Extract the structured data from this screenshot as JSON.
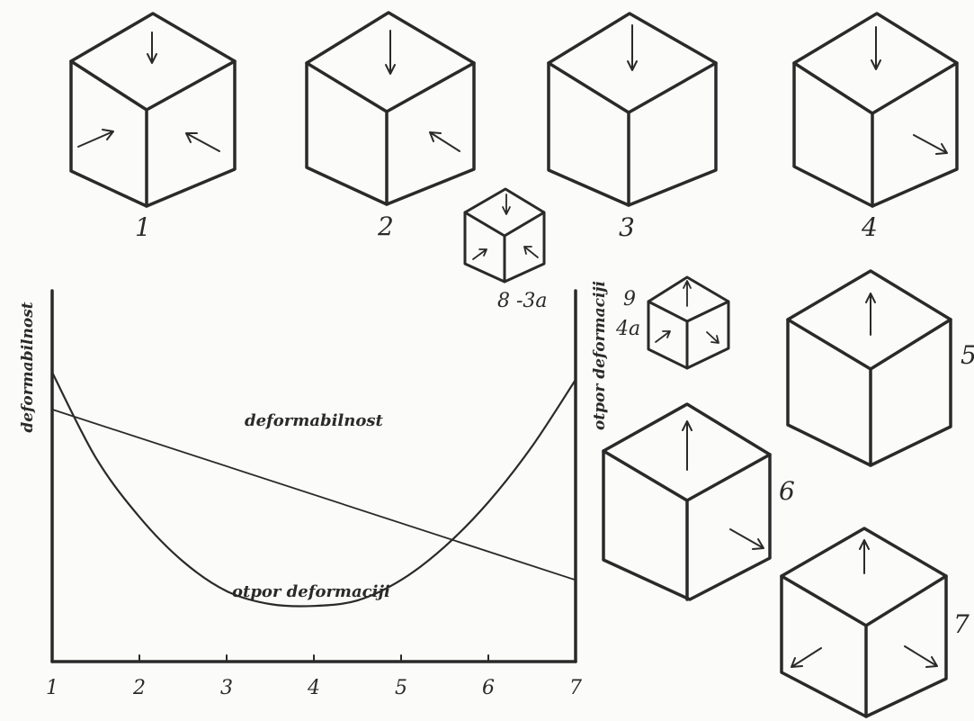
{
  "cubes": [
    {
      "id": "1",
      "label": "1"
    },
    {
      "id": "2",
      "label": "2"
    },
    {
      "id": "3",
      "label": "3"
    },
    {
      "id": "4",
      "label": "4"
    },
    {
      "id": "8-3a",
      "label": "8 -3a"
    },
    {
      "id": "9-4a",
      "label_top": "9",
      "label_bottom": "4a"
    },
    {
      "id": "5",
      "label": "5"
    },
    {
      "id": "6",
      "label": "6"
    },
    {
      "id": "7",
      "label": "7"
    }
  ],
  "chart_data": {
    "type": "line",
    "x_ticks": [
      "1",
      "2",
      "3",
      "4",
      "5",
      "6",
      "7"
    ],
    "left_axis_label": "deformabilnost",
    "right_axis_label": "otpor deformaciji",
    "series": [
      {
        "name": "deformabilnost",
        "shape": "linear-decreasing",
        "x": [
          1,
          7
        ],
        "y_relative": [
          0.68,
          0.22
        ]
      },
      {
        "name": "otpor deformaciji",
        "shape": "u-shaped",
        "x": [
          1,
          1.5,
          2,
          2.5,
          3,
          3.5,
          4,
          4.5,
          5,
          5.5,
          6,
          6.5,
          7
        ],
        "y_relative": [
          0.78,
          0.55,
          0.39,
          0.27,
          0.19,
          0.155,
          0.15,
          0.165,
          0.22,
          0.31,
          0.43,
          0.58,
          0.76
        ]
      }
    ]
  }
}
